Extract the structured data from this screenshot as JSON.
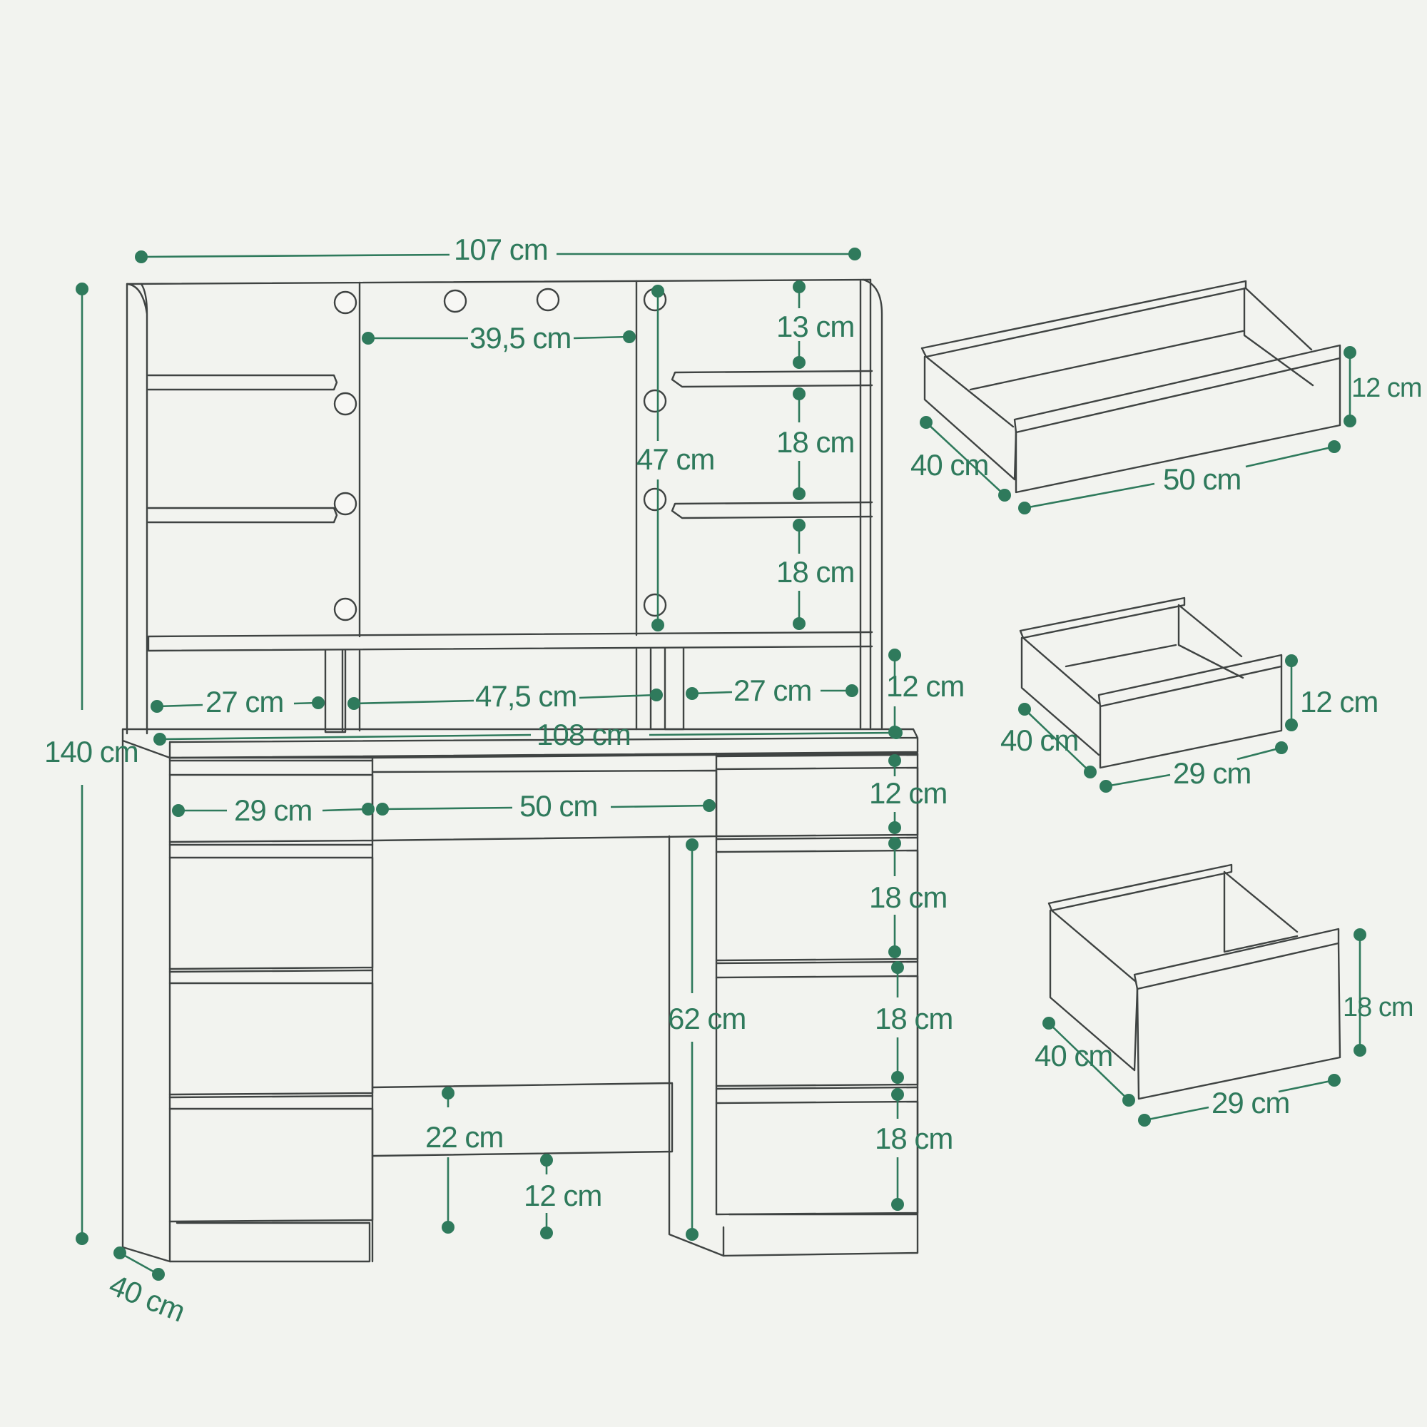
{
  "colors": {
    "background": "#f2f3ef",
    "accent": "#2f7a5c",
    "outline": "#3f4342"
  },
  "dimensions": {
    "overall_width": "107 cm",
    "overall_height": "140 cm",
    "overall_depth": "40 cm",
    "mirror_width": "39,5 cm",
    "mirror_height": "47 cm",
    "shelf_top_gap": "13 cm",
    "shelf_gap_1": "18 cm",
    "shelf_gap_2": "18 cm",
    "bottom_shelf_height": "12 cm",
    "left_compartment": "27 cm",
    "center_compartment": "47,5 cm",
    "right_compartment": "27 cm",
    "desk_width": "108 cm",
    "left_drawer_width": "29 cm",
    "center_drawer_width": "50 cm",
    "top_drawer_height": "12 cm",
    "drawer_height_1": "18 cm",
    "drawer_height_2": "18 cm",
    "drawer_height_3": "18 cm",
    "knee_height": "62 cm",
    "footrest_height": "22 cm",
    "footrest_depth": "12 cm"
  },
  "drawers": [
    {
      "depth": "40 cm",
      "width": "50 cm",
      "height": "12 cm"
    },
    {
      "depth": "40 cm",
      "width": "29 cm",
      "height": "12 cm"
    },
    {
      "depth": "40 cm",
      "width": "29 cm",
      "height": "18 cm"
    }
  ]
}
